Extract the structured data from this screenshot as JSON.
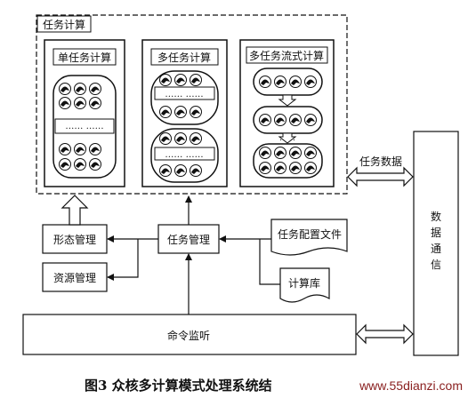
{
  "diagram": {
    "group_title": "任务计算",
    "panels": {
      "single": "单任务计算",
      "multi": "多任务计算",
      "flow": "多任务流式计算"
    },
    "boxes": {
      "morph": "形态管理",
      "task_mgmt": "任务管理",
      "resource": "资源管理",
      "config": "任务配置文件",
      "library": "计算库",
      "monitor": "命令监听",
      "comm": "数据通信"
    },
    "edge_labels": {
      "task_data": "任务数据"
    }
  },
  "caption": {
    "text": "图3   众核多计算模式处理系统结"
  },
  "watermark": {
    "text": "www.55dianzi.com"
  }
}
